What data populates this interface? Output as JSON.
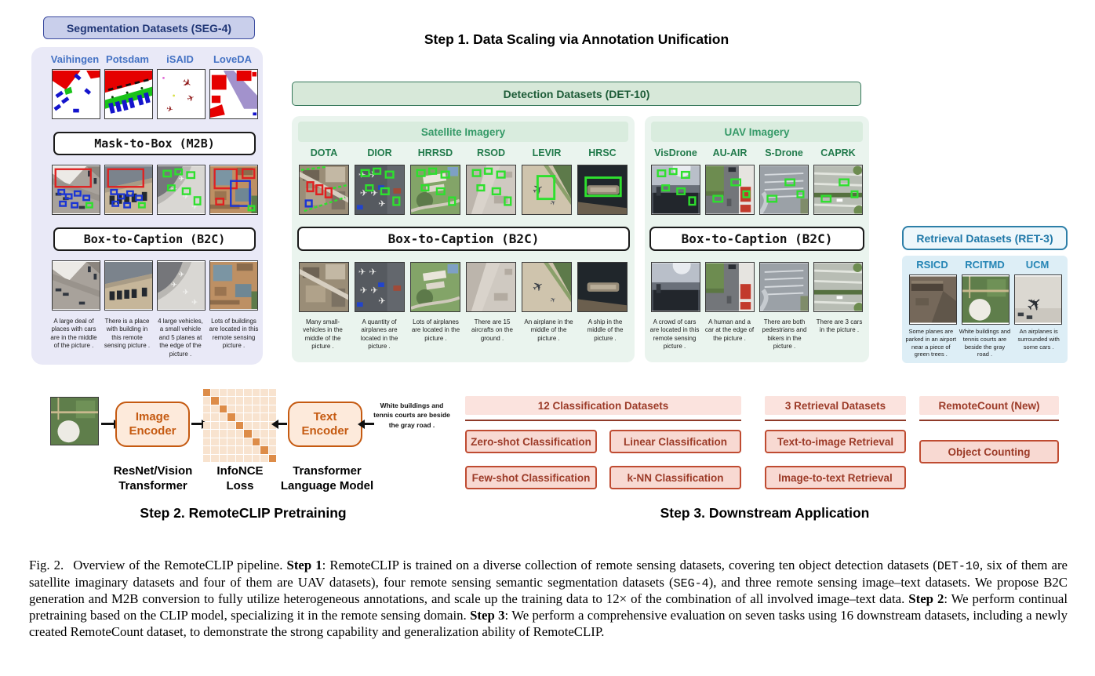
{
  "titles": {
    "step1": "Step 1. Data Scaling via Annotation Unification",
    "step2": "Step 2. RemoteCLIP Pretraining",
    "step3": "Step 3. Downstream Application"
  },
  "colors": {
    "seg_accent": "#3a4a9f",
    "seg_bg": "#e9e9f7",
    "det_accent": "#35775a",
    "det_bg": "#eaf4ee",
    "ret_accent": "#2d7fa8",
    "ret_bg": "#ddeef6",
    "orange_accent": "#c55a11",
    "orange_fill": "#fdeadb",
    "red_accent": "#bf4b31",
    "red_text": "#9c3b28",
    "red_fill": "#f8d9d2",
    "annotation_green": "#2ee02e",
    "annotation_red": "#e02020",
    "annotation_blue": "#1a35d4"
  },
  "segmentation": {
    "header": "Segmentation Datasets (SEG-4)",
    "labels": [
      "Vaihingen",
      "Potsdam",
      "iSAID",
      "LoveDA"
    ],
    "m2b_label": "Mask-to-Box (M2B)",
    "b2c_label": "Box-to-Caption (B2C)",
    "row1": [
      {
        "icon": "vaihingen-mask"
      },
      {
        "icon": "potsdam-mask"
      },
      {
        "icon": "isaid-mask"
      },
      {
        "icon": "loveda-mask"
      }
    ],
    "row2": [
      {
        "icon": "aerial-crossroad",
        "ann": "blue-red"
      },
      {
        "icon": "aerial-parking-lot",
        "ann": "blue-red"
      },
      {
        "icon": "aerial-tarmac-planes",
        "ann": "green"
      },
      {
        "icon": "aerial-town",
        "ann": "mixed"
      }
    ],
    "row3": [
      {
        "icon": "aerial-crossroad"
      },
      {
        "icon": "aerial-parking-lot"
      },
      {
        "icon": "aerial-tarmac-planes"
      },
      {
        "icon": "aerial-town"
      }
    ],
    "captions": [
      "A large deal of places with cars are in the middle of the picture .",
      "There is a place with building in this remote sensing picture .",
      "4 large vehicles, a small vehicle and 5 planes at the edge of the picture .",
      "Lots of buildings are located in this remote sensing picture ."
    ]
  },
  "detection": {
    "header": "Detection Datasets (DET-10)",
    "satellite": {
      "header": "Satellite Imagery",
      "labels": [
        "DOTA",
        "DIOR",
        "HRRSD",
        "RSOD",
        "LEVIR",
        "HRSC"
      ],
      "b2c_label": "Box-to-Caption (B2C)",
      "row1": [
        {
          "icon": "dota",
          "ann": "dota"
        },
        {
          "icon": "dior",
          "ann": "green"
        },
        {
          "icon": "hrrsd",
          "ann": "green"
        },
        {
          "icon": "rsod",
          "ann": "green"
        },
        {
          "icon": "levir",
          "ann": "green-one"
        },
        {
          "icon": "hrsc",
          "ann": "green-big"
        }
      ],
      "row2": [
        {
          "icon": "dota"
        },
        {
          "icon": "dior"
        },
        {
          "icon": "hrrsd"
        },
        {
          "icon": "rsod"
        },
        {
          "icon": "levir"
        },
        {
          "icon": "hrsc"
        }
      ],
      "captions": [
        "Many small-vehicles in the middle of the picture .",
        "A quantity of airplanes are located in the picture .",
        "Lots of airplanes are located in the picture .",
        "There are 15 aircrafts on the ground .",
        "An airplane in the middle of the picture .",
        "A ship in the middle of the picture ."
      ]
    },
    "uav": {
      "header": "UAV Imagery",
      "labels": [
        "VisDrone",
        "AU-AIR",
        "S-Drone",
        "CAPRK"
      ],
      "b2c_label": "Box-to-Caption (B2C)",
      "row1": [
        {
          "icon": "visdrone",
          "ann": "green"
        },
        {
          "icon": "au-air",
          "ann": "green-few"
        },
        {
          "icon": "s-drone",
          "ann": "green-few"
        },
        {
          "icon": "caprk",
          "ann": "green-few"
        }
      ],
      "row2": [
        {
          "icon": "visdrone"
        },
        {
          "icon": "au-air"
        },
        {
          "icon": "s-drone"
        },
        {
          "icon": "caprk"
        }
      ],
      "captions": [
        "A crowd of cars are located in this remote sensing picture .",
        "A human and a car at the edge of the picture .",
        "There are both pedestrians and bikers in the picture .",
        "There are 3 cars in the picture ."
      ]
    }
  },
  "retrieval": {
    "header": "Retrieval Datasets (RET-3)",
    "labels": [
      "RSICD",
      "RCITMD",
      "UCM"
    ],
    "tiles": [
      {
        "icon": "rsicd"
      },
      {
        "icon": "rcitmd"
      },
      {
        "icon": "ucm"
      }
    ],
    "captions": [
      "Some planes are parked in an airport near a piece of green trees .",
      "White buildings and tennis courts are beside the gray road .",
      "An airplanes is surrounded with some cars ."
    ]
  },
  "pretraining": {
    "input": [
      {
        "icon": "rcitmd"
      }
    ],
    "image_encoder": "Image Encoder",
    "text_encoder": "Text Encoder",
    "image_encoder_sub": "ResNet/Vision Transformer",
    "loss_sub": "InfoNCE Loss",
    "text_encoder_sub": "Transformer Language Model",
    "sample_caption": "White buildings and tennis courts are beside the gray road ."
  },
  "downstream": {
    "groups": [
      {
        "header": "12 Classification Datasets",
        "buttons": [
          "Zero-shot Classification",
          "Linear Classification",
          "Few-shot Classification",
          "k-NN Classification"
        ]
      },
      {
        "header": "3 Retrieval Datasets",
        "buttons": [
          "Text-to-image Retrieval",
          "Image-to-text Retrieval"
        ]
      },
      {
        "header": "RemoteCount (New)",
        "buttons": [
          "Object Counting"
        ]
      }
    ]
  },
  "figure_caption": {
    "runs": [
      {
        "t": "Fig. 2.",
        "style": "gap-after"
      },
      {
        "t": "Overview of the RemoteCLIP pipeline. "
      },
      {
        "t": "Step 1",
        "style": "bold"
      },
      {
        "t": ": RemoteCLIP is trained on a diverse collection of remote sensing datasets, covering ten object detection datasets ("
      },
      {
        "t": "DET-10",
        "style": "mono"
      },
      {
        "t": ", six of them are satellite imaginary datasets and four of them are UAV datasets), four remote sensing semantic segmentation datasets ("
      },
      {
        "t": "SEG-4",
        "style": "mono"
      },
      {
        "t": "), and three remote sensing image–text datasets. We propose B2C generation and M2B conversion to fully utilize heterogeneous annotations, and scale up the training data to 12× of the combination of all involved image–text data. "
      },
      {
        "t": "Step 2",
        "style": "bold"
      },
      {
        "t": ": We perform continual pretraining based on the CLIP model, specializing it in the remote sensing domain. "
      },
      {
        "t": "Step 3",
        "style": "bold"
      },
      {
        "t": ": We perform a comprehensive evaluation on seven tasks using 16 downstream datasets, including a newly created RemoteCount dataset, to demonstrate the strong capability and generalization ability of RemoteCLIP."
      }
    ]
  }
}
